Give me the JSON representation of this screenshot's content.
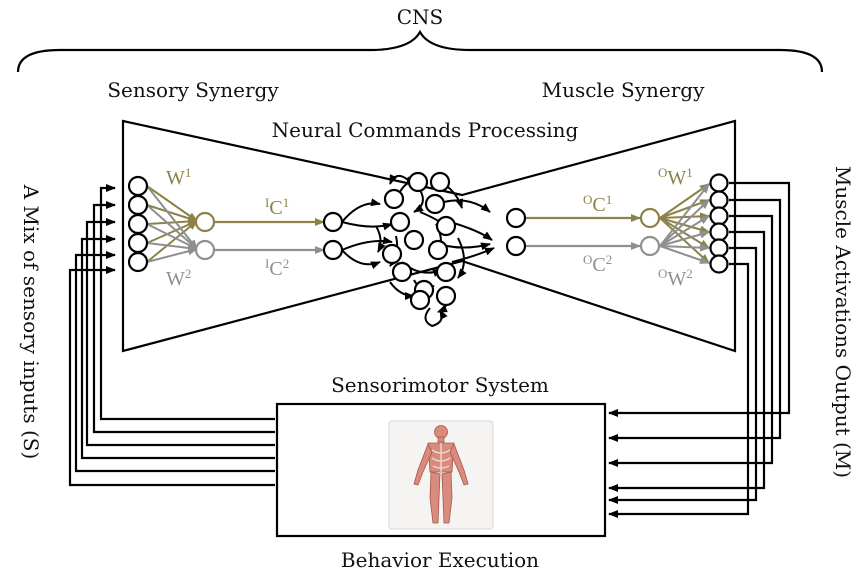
{
  "title": "CNS",
  "sensory_synergy": "Sensory Synergy",
  "muscle_synergy": "Muscle Synergy",
  "processing": "Neural Commands Processing",
  "left_axis": "A Mix of sensory inputs (S)",
  "right_axis": "Muscle Activations Output (M)",
  "system": "Sensorimotor System",
  "execution": "Behavior Execution",
  "symbols": {
    "w1_base": "W",
    "w1_sup": "1",
    "w2_base": "W",
    "w2_sup": "2",
    "ic1_pre": "I",
    "ic1_base": "C",
    "ic1_sup": "1",
    "ic2_pre": "I",
    "ic2_base": "C",
    "ic2_sup": "2",
    "oc1_pre": "O",
    "oc1_base": "C",
    "oc1_sup": "1",
    "oc2_pre": "O",
    "oc2_base": "C",
    "oc2_sup": "2",
    "ow1_pre": "O",
    "ow1_base": "W",
    "ow1_sup": "1",
    "ow2_pre": "O",
    "ow2_base": "W",
    "ow2_sup": "2"
  },
  "colors": {
    "synergy1": "#8c8248",
    "synergy2": "#8f8f8f",
    "line": "#000000"
  }
}
